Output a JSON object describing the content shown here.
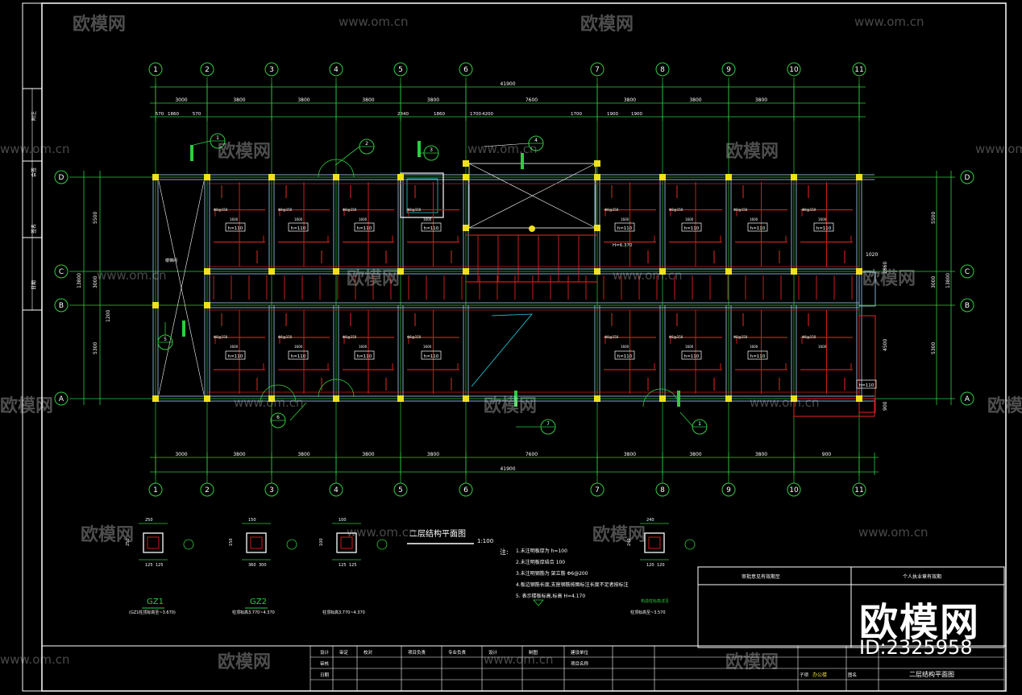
{
  "colors": {
    "background": "#000000",
    "axis": "#2ecc40",
    "wall": "#7fa8c8",
    "beam": "#c81e1e",
    "column": "#f0e020",
    "text": "#ffffff",
    "dim": "#2ecc40",
    "cyan": "#20d0e0"
  },
  "axes": {
    "columns": [
      "1",
      "2",
      "3",
      "4",
      "5",
      "6",
      "7",
      "8",
      "9",
      "10",
      "11"
    ],
    "rows": [
      "D",
      "C",
      "B",
      "A"
    ]
  },
  "dims_top": {
    "total": "41900",
    "segments": [
      "3000",
      "3800",
      "3800",
      "3800",
      "3800",
      "7600",
      "3800",
      "3800",
      "3800"
    ],
    "sub_segments": [
      "570",
      "1860",
      "570",
      "2340",
      "1860",
      "1700",
      "4200",
      "1700",
      "1900",
      "1900"
    ]
  },
  "dims_bottom": {
    "total": "41900",
    "segments": [
      "3000",
      "3800",
      "3800",
      "3800",
      "3800",
      "7600",
      "3800",
      "3800",
      "3800",
      "900"
    ]
  },
  "dims_left": [
    "5500",
    "3000",
    "1200",
    "5300",
    "13800"
  ],
  "dims_right": [
    "5500",
    "3000",
    "5300",
    "13800",
    "1020",
    "1860",
    "900",
    "4500",
    "900"
  ],
  "plan": {
    "title": "二层结构平面图",
    "scale": "1:100",
    "room_tags": [
      "h=110",
      "h=110",
      "h=110",
      "h=110",
      "h=110",
      "h=110",
      "h=110",
      "h=110",
      "h=110",
      "h=110",
      "h=110",
      "h=110",
      "h=110",
      "h=110",
      "h=110",
      "h=110"
    ],
    "elevation_mark": "H=6.370",
    "stair_label": "楼梯间",
    "section_labels": [
      "1",
      "2",
      "3",
      "4",
      "5",
      "6",
      "7"
    ]
  },
  "notes": {
    "heading": "注:",
    "lines": [
      "1.未注明板厚为     h=100",
      "2.未注明板厚结合       100",
      "3.未注明钢筋为  架立筋      Φ6@200",
      "4.板边钢筋长度,支座钢筋按图标注长度不足者按标注",
      "5.     表示楼板标高,标高     H=4.170"
    ]
  },
  "details": [
    {
      "name": "GZ1",
      "dims": [
        "250",
        "250",
        "125",
        "125"
      ],
      "note": "(GZ1柱顶标高至~3.670)"
    },
    {
      "name": "GZ2",
      "dims": [
        "150",
        "150",
        "360",
        "300"
      ],
      "note": "柱顶标高3.770~4.370"
    },
    {
      "name": "",
      "dims": [
        "100",
        "100",
        "125",
        "125"
      ],
      "note": "柱顶标高3.770~4.370"
    },
    {
      "name": "",
      "dims": [
        "240",
        "240",
        "120",
        "120"
      ],
      "note": "柱顶标高至~3.570"
    }
  ],
  "detail_label_right": "构造柱标高详见",
  "title_block": {
    "header_left": "审批意见有效期至",
    "header_right": "个人执业章有效期",
    "rows": [
      [
        "设计",
        "审定",
        "校对",
        "项目负责",
        "专业负责",
        "设计",
        "制图",
        "建设单位"
      ],
      [
        "审核",
        "",
        "",
        "",
        "",
        "",
        "",
        "项目名称"
      ],
      [
        "日期",
        "",
        "",
        "",
        "",
        "",
        "",
        ""
      ]
    ],
    "project": "办公楼",
    "drawing_name": "二层结构平面图",
    "fields": [
      "子项",
      "图名"
    ]
  },
  "left_strip": [
    "附注",
    "会签",
    "签名",
    "日期"
  ],
  "watermark": {
    "logo": "欧模网",
    "url": "www.om.cn"
  },
  "brand": {
    "name": "欧模网",
    "id": "ID:2325958"
  }
}
